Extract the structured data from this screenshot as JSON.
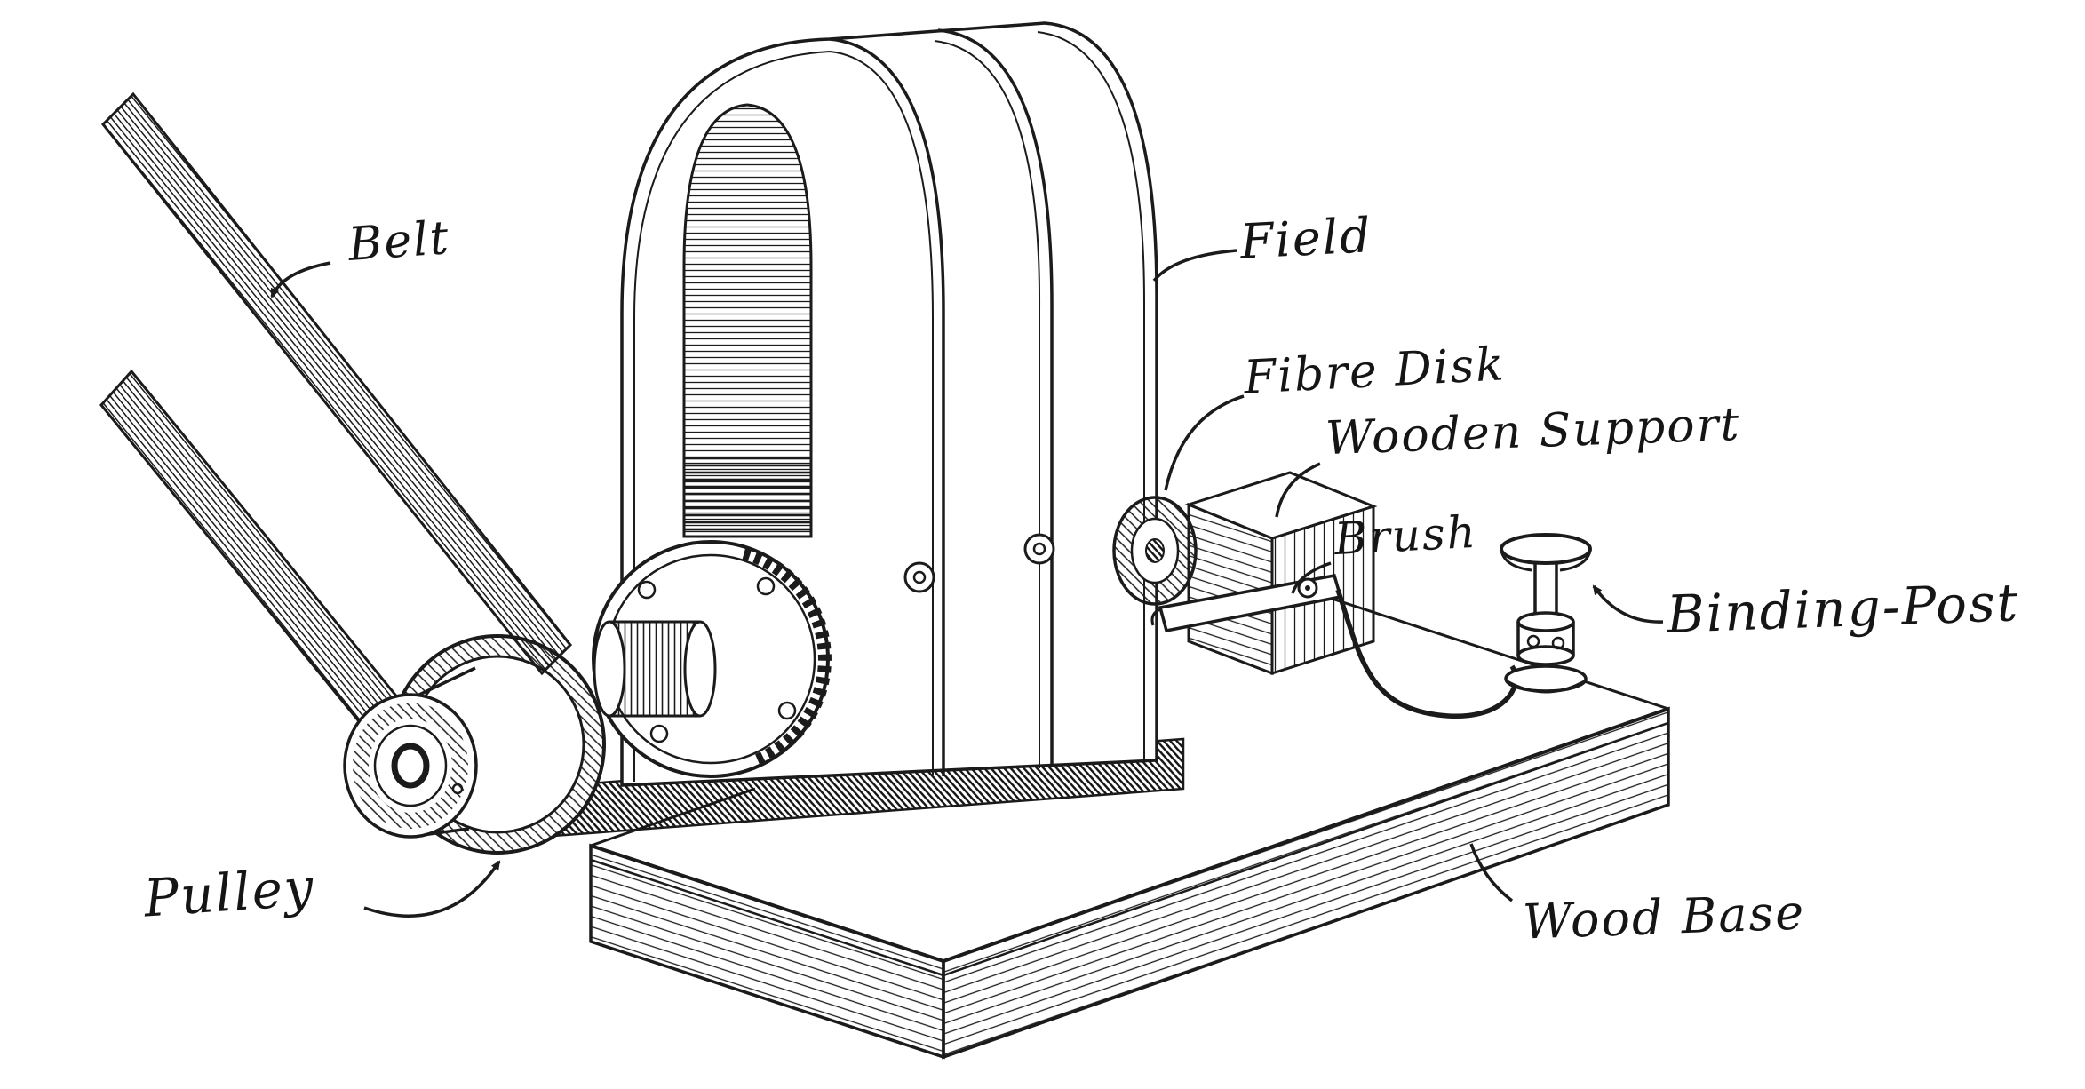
{
  "figure": {
    "kind": "vintage-line-illustration",
    "subject": "small belt-driven dynamo on a wooden base"
  },
  "colors": {
    "ink": "#1b1b1b",
    "paper": "#ffffff"
  },
  "labels": {
    "belt": "Belt",
    "field": "Field",
    "fibre_disk": "Fibre Disk",
    "wooden_support": "Wooden Support",
    "brush": "Brush",
    "binding_post": "Binding-Post",
    "pulley": "Pulley",
    "wood_base": "Wood Base"
  }
}
